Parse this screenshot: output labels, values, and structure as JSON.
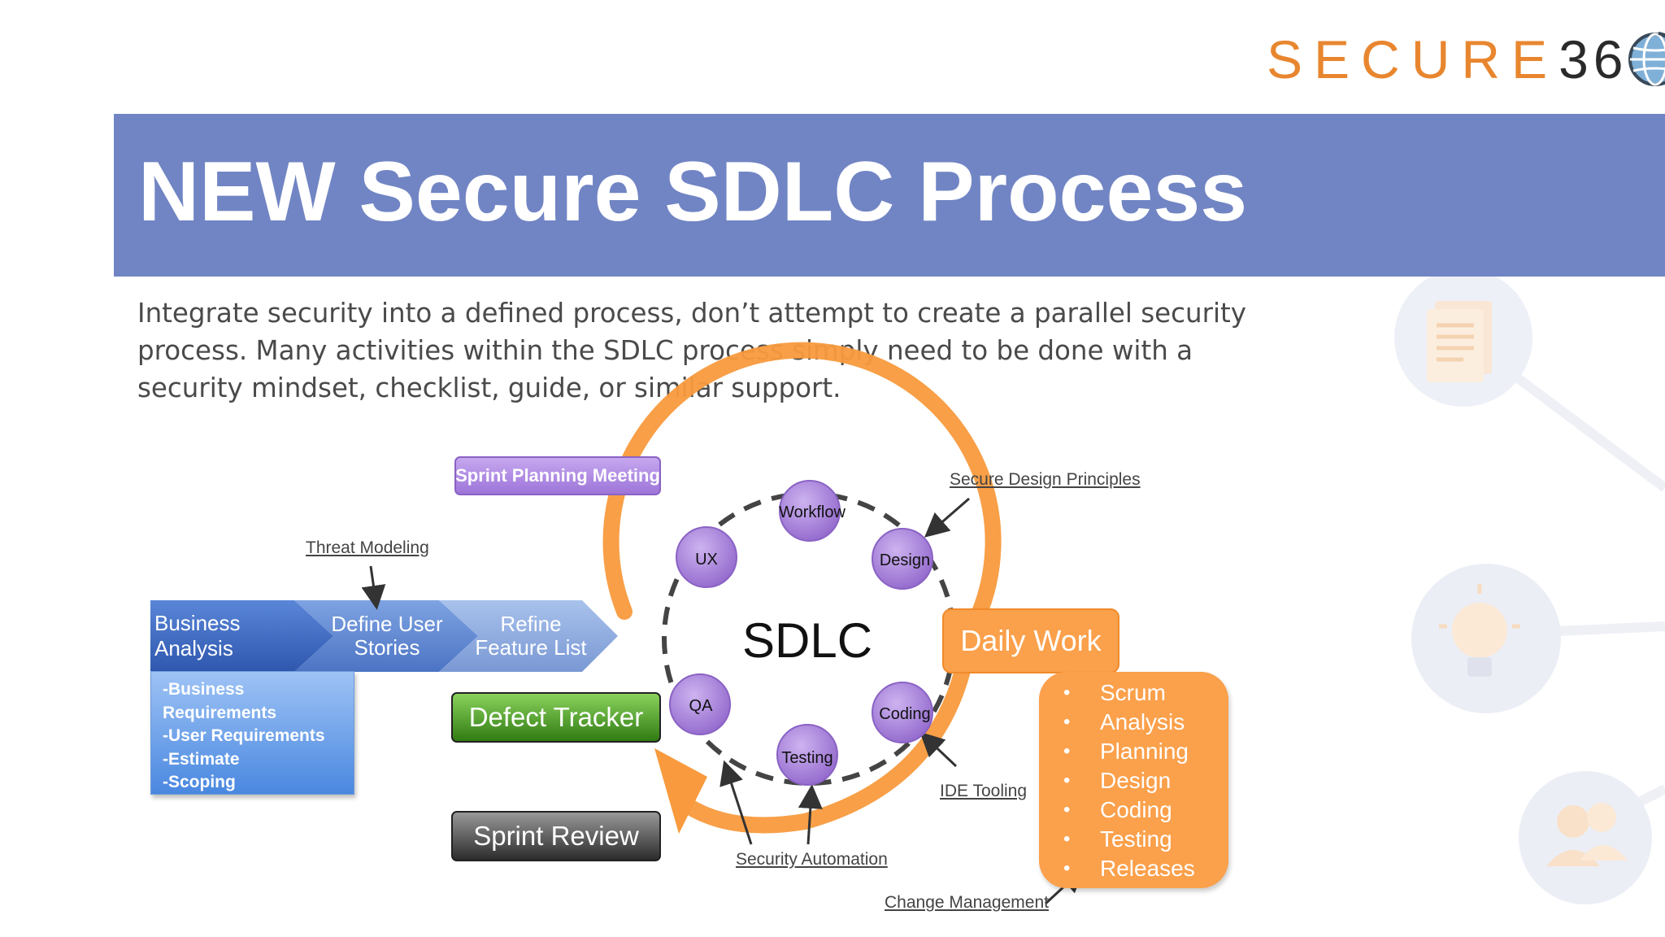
{
  "logo": {
    "text": "SECURE",
    "number": "36",
    "icon": "globe-icon"
  },
  "title": "NEW Secure SDLC Process",
  "intro": "Integrate security into a defined process, don’t attempt to create a parallel security process. Many activities within the SDLC process simply need to be done with a security mindset, checklist, guide, or similar support.",
  "pipeline": {
    "steps": [
      "Business Analysis",
      "Define User Stories",
      "Refine Feature List"
    ],
    "requirements": [
      "-Business Requirements",
      "-User Requirements",
      "-Estimate",
      "-Scoping"
    ]
  },
  "meetings": {
    "sprint_planning": "Sprint Planning Meeting",
    "defect_tracker": "Defect Tracker",
    "sprint_review": "Sprint Review"
  },
  "sdlc": {
    "center": "SDLC",
    "nodes": [
      "Workflow",
      "Design",
      "Coding",
      "Testing",
      "QA",
      "UX"
    ]
  },
  "daily_work": {
    "title": "Daily Work",
    "items": [
      "Scrum",
      "Analysis",
      "Planning",
      "Design",
      "Coding",
      "Testing",
      "Releases"
    ]
  },
  "callouts": {
    "threat_modeling": "Threat Modeling",
    "secure_design": "Secure Design Principles",
    "ide_tooling": "IDE Tooling",
    "security_automation": "Security Automation",
    "change_management": "Change Management"
  },
  "decor_icons": [
    "document-icon",
    "lightbulb-icon",
    "people-icon"
  ],
  "colors": {
    "title_bar": "#7185C4",
    "logo_orange": "#E8862F",
    "orange": "#FBA04B",
    "node_purple": "#A681D6",
    "pipeline_blue": "#3E6CC6",
    "defect_green": "#3C8A1C",
    "review_gray": "#3a3a3a"
  }
}
